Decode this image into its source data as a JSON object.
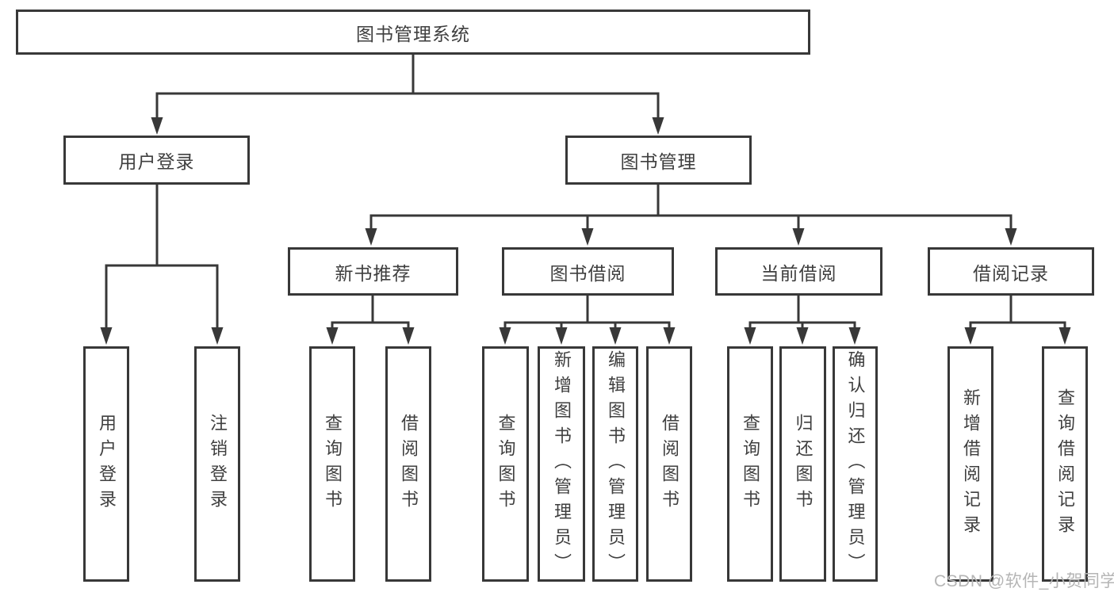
{
  "diagram": {
    "root": {
      "label": "图书管理系统"
    },
    "user_login": {
      "label": "用户登录",
      "children": [
        {
          "label": "用户登录"
        },
        {
          "label": "注销登录"
        }
      ]
    },
    "book_mgmt": {
      "label": "图书管理",
      "modules": [
        {
          "label": "新书推荐",
          "children": [
            {
              "label": "查询图书"
            },
            {
              "label": "借阅图书"
            }
          ]
        },
        {
          "label": "图书借阅",
          "children": [
            {
              "label": "查询图书"
            },
            {
              "label": "新增图书（管理员）"
            },
            {
              "label": "编辑图书（管理员）"
            },
            {
              "label": "借阅图书"
            }
          ]
        },
        {
          "label": "当前借阅",
          "children": [
            {
              "label": "查询图书"
            },
            {
              "label": "归还图书"
            },
            {
              "label": "确认归还（管理员）"
            }
          ]
        },
        {
          "label": "借阅记录",
          "children": [
            {
              "label": "新增借阅记录"
            },
            {
              "label": "查询借阅记录"
            }
          ]
        }
      ]
    }
  },
  "watermark": {
    "text": "CSDN @软件_小贺同学"
  },
  "colors": {
    "line": "#383838",
    "text": "#3f3f3f",
    "watermark": "#b5b5b5",
    "background": "#ffffff"
  }
}
